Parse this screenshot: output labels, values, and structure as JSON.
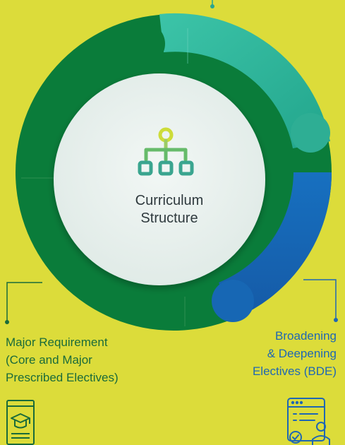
{
  "center": {
    "title_line1": "Curriculum",
    "title_line2": "Structure",
    "icon": "hierarchy-icon"
  },
  "segments": [
    {
      "key": "major",
      "name": "Major Requirement (Core and Major Prescribed Electives)",
      "color": "#0a7c3a"
    },
    {
      "key": "bde",
      "name": "Broadening & Deepening Electives (BDE)",
      "color": "#1f67b3"
    },
    {
      "key": "top",
      "name": "",
      "color": "#35b89e"
    }
  ],
  "captions": {
    "left": {
      "line1": "Major Requirement",
      "line2": "(Core and Major",
      "line3": "Prescribed Electives)",
      "icon": "graduation-certificate-icon"
    },
    "right": {
      "line1": "Broadening",
      "line2": "& Deepening",
      "line3": "Electives (BDE)",
      "icon": "user-checklist-icon"
    }
  },
  "colors": {
    "background": "#dcdc3a",
    "ring_dark_green": "#0a7c3a",
    "ring_teal": "#35b89e",
    "ring_blue": "#1f67b3",
    "center_fill": "#e6efec",
    "leader_left": "#1a6b3a",
    "leader_right": "#1f67b3",
    "leader_top": "#2aa58f"
  }
}
